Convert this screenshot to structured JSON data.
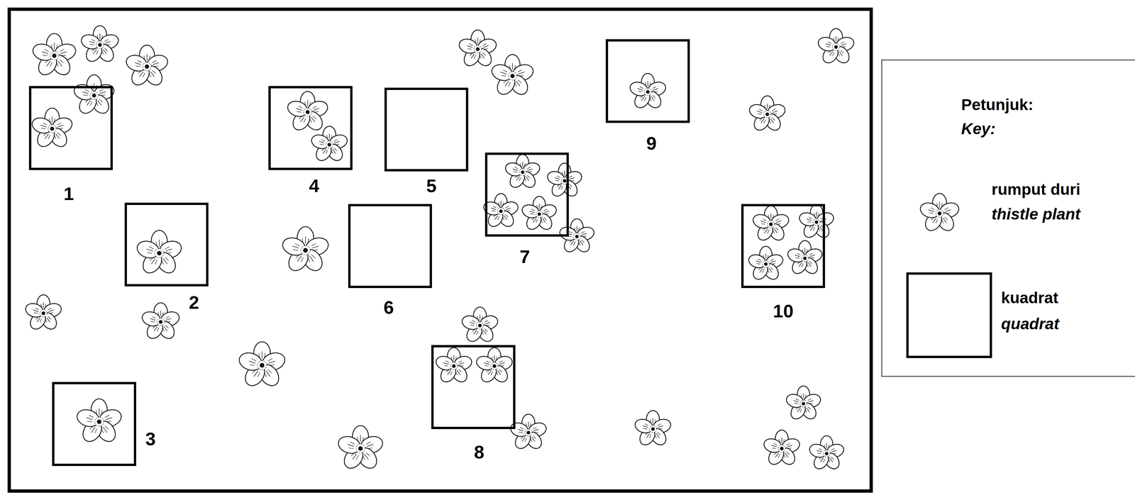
{
  "diagram": {
    "nodes": [
      {
        "text": [
          "1"
        ]
      },
      {
        "text": [
          "2"
        ]
      },
      {
        "text": [
          "3"
        ]
      },
      {
        "text": [
          "4"
        ]
      },
      {
        "text": [
          "5"
        ]
      },
      {
        "text": [
          "6"
        ]
      },
      {
        "text": [
          "7"
        ]
      },
      {
        "text": [
          "8"
        ]
      },
      {
        "text": [
          "9"
        ]
      },
      {
        "text": [
          "10"
        ]
      }
    ],
    "labels": [
      "Petunjuk:",
      "Key:"
    ],
    "legend": [
      {
        "text": "rumput duri"
      },
      {
        "text": "thistle plant"
      },
      {
        "text": "kuadrat"
      },
      {
        "text": "quadrat"
      }
    ]
  }
}
